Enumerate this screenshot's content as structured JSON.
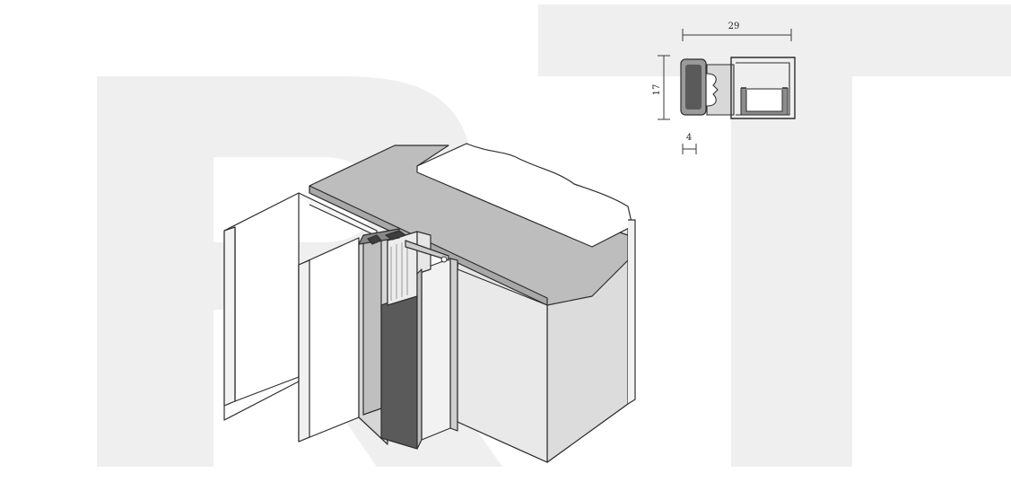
{
  "watermark": {
    "letters": "RT",
    "color": "#efefef"
  },
  "cross_section": {
    "dimensions": {
      "width": "29",
      "height": "17",
      "gap": "4"
    }
  },
  "colors": {
    "top_slab": "#bdbdbd",
    "wall_face": "#e2e2e2",
    "seal_dark": "#555555",
    "profile_light": "#d6d6d6",
    "line": "#2e2e2e"
  }
}
